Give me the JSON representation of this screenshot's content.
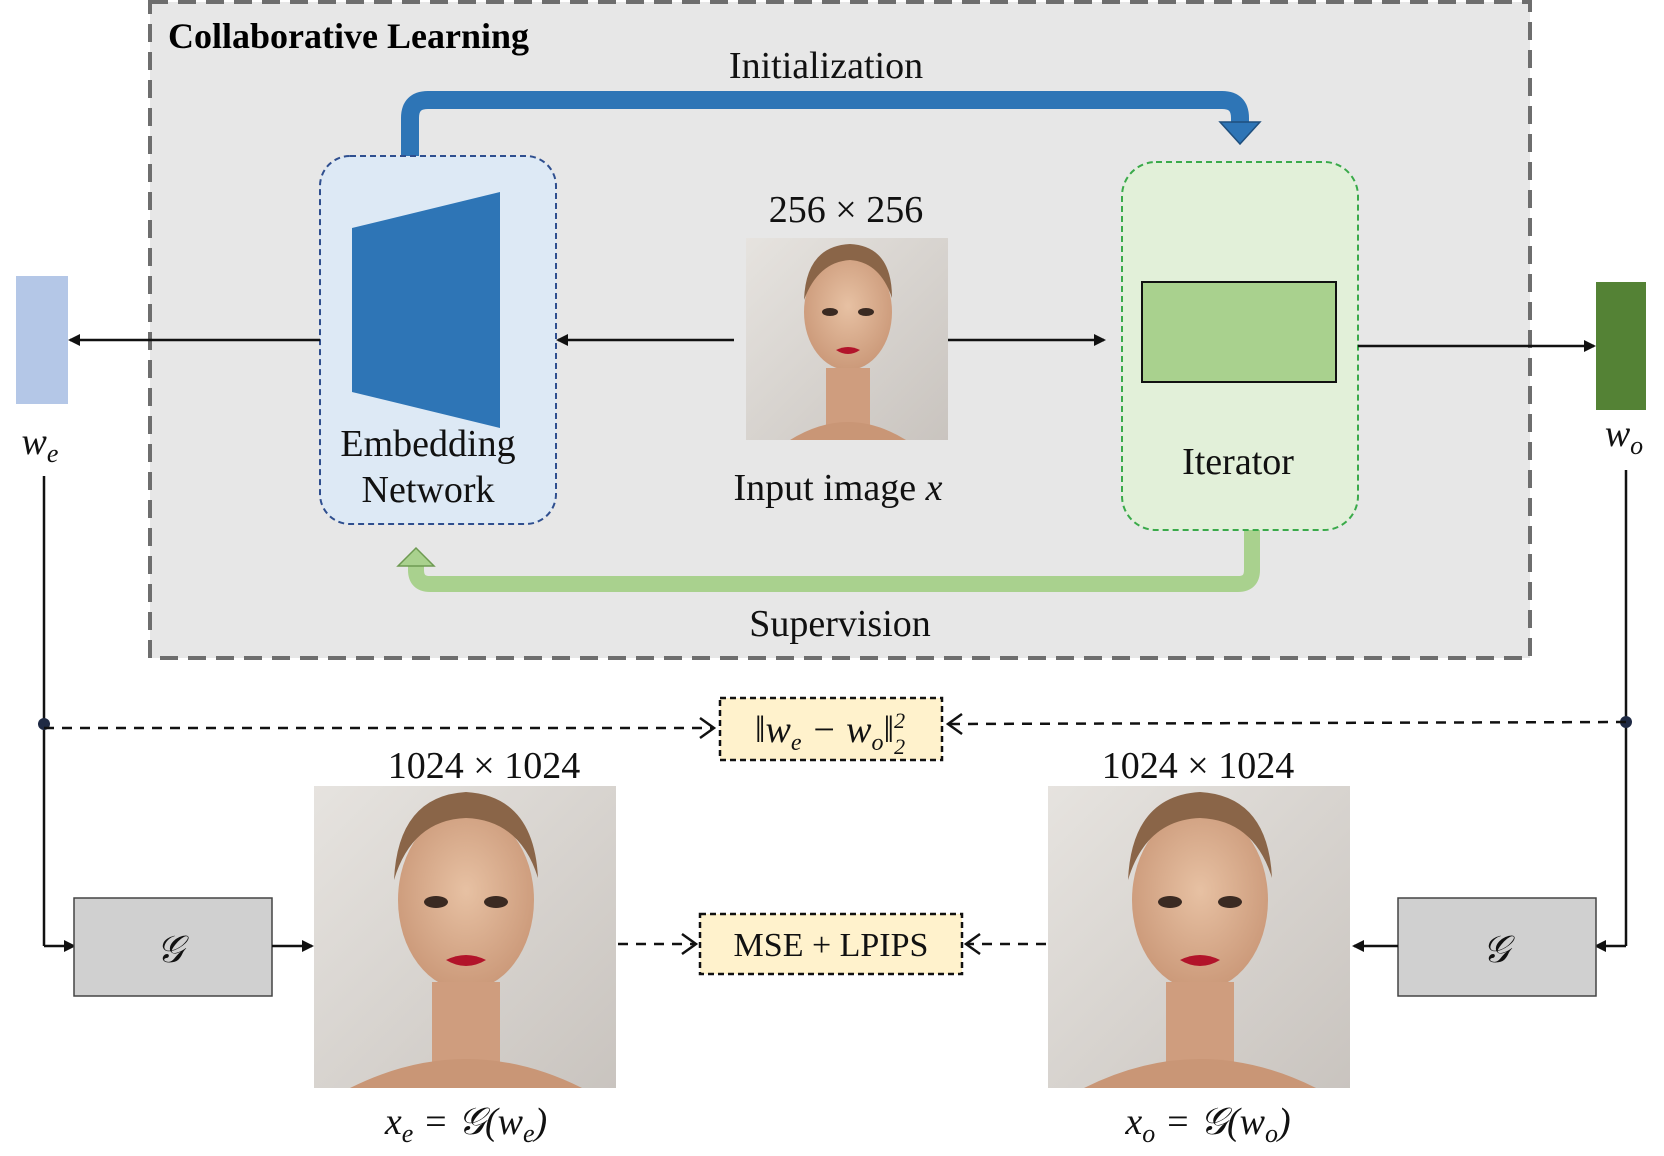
{
  "title": "Collaborative Learning",
  "arrows": {
    "initialization": "Initialization",
    "supervision": "Supervision"
  },
  "input": {
    "size": "256 × 256",
    "caption": "Input image ",
    "caption_var": "x"
  },
  "embedding": {
    "line1": "Embedding",
    "line2": "Network"
  },
  "iterator": {
    "label": "Iterator"
  },
  "latents": {
    "we_base": "w",
    "we_sub": "e",
    "wo_base": "w",
    "wo_sub": "o"
  },
  "generator_symbol": "𝒢",
  "outputs": {
    "left_size": "1024 × 1024",
    "right_size": "1024 × 1024",
    "left_caption": "x",
    "left_caption_sub": "e",
    "left_caption_eq": " = 𝒢(w",
    "left_caption_close": ")",
    "right_caption": "x",
    "right_caption_sub": "o",
    "right_caption_eq": " = 𝒢(w",
    "right_caption_close": ")"
  },
  "losses": {
    "latent_loss_pre": "‖w",
    "latent_loss_mid": " − w",
    "latent_loss_end": "‖",
    "latent_loss_sup": "2",
    "latent_loss_sub": "2",
    "image_loss": "MSE + LPIPS"
  },
  "colors": {
    "panel_bg": "#e7e7e7",
    "panel_border": "#6e6e6e",
    "embed_blue": "#2e75b6",
    "embed_box_bg": "#dde9f5",
    "iter_green": "#a9d18e",
    "iter_box_bg": "#e2f0d9",
    "we_color": "#b4c7e7",
    "wo_color": "#548235",
    "loss_bg": "#fff2cc",
    "gen_gray": "#d0d0d0"
  }
}
